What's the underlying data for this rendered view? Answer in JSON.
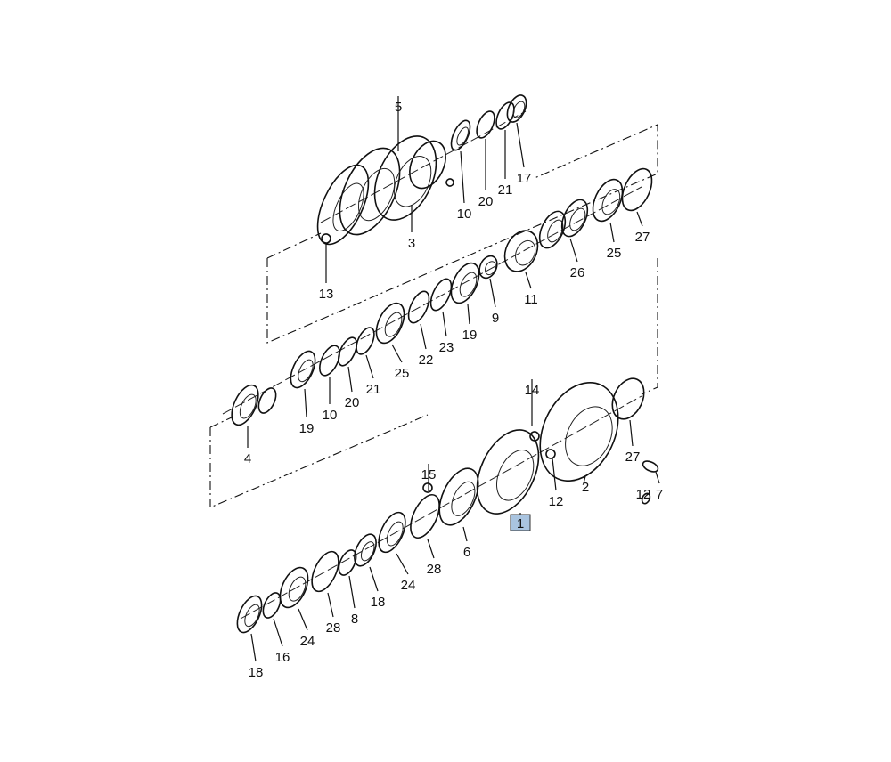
{
  "diagram": {
    "labels": [
      "5",
      "10",
      "20",
      "21",
      "17",
      "3",
      "13",
      "27",
      "25",
      "26",
      "11",
      "9",
      "19",
      "23",
      "22",
      "25",
      "21",
      "20",
      "10",
      "19",
      "4",
      "14",
      "15",
      "27",
      "2",
      "12",
      "7",
      "12",
      "1",
      "6",
      "28",
      "24",
      "18",
      "8",
      "28",
      "24",
      "16",
      "18"
    ],
    "highlighted_label": "1",
    "highlight_color": "#a9c4e0"
  }
}
